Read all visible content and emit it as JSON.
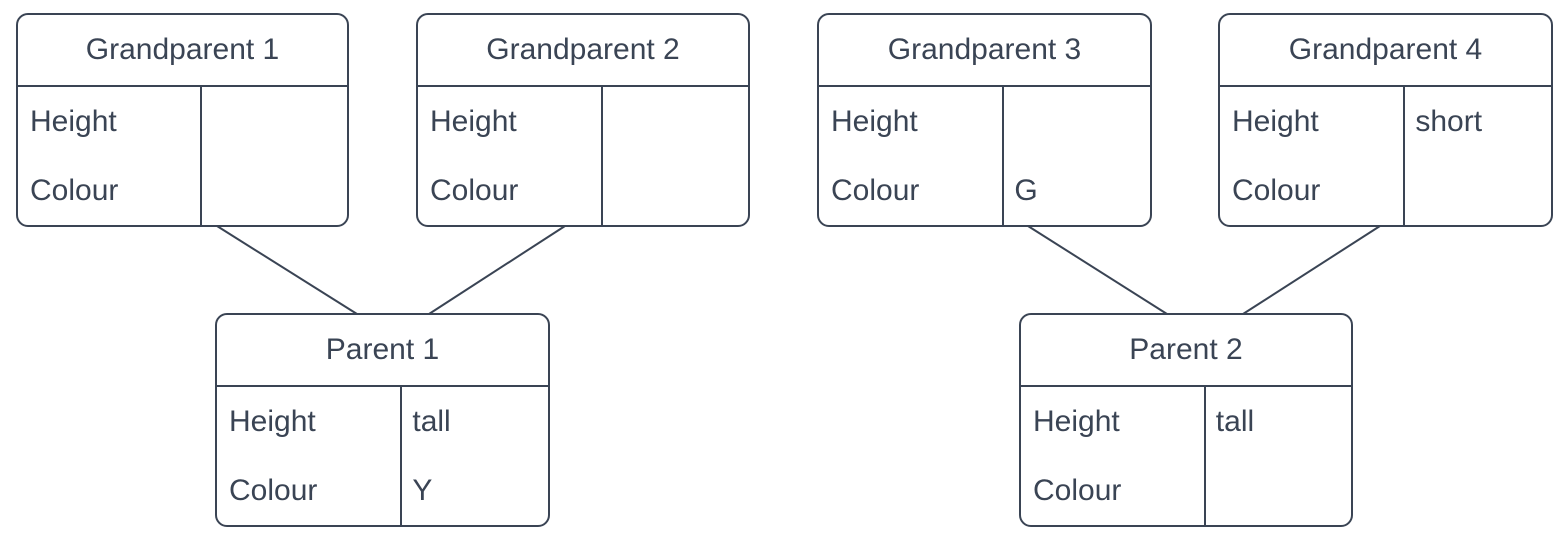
{
  "diagram": {
    "colors": {
      "stroke": "#3A4454",
      "background": "#FFFFFF"
    },
    "nodes": [
      {
        "id": "grandparent-1",
        "title": "Grandparent 1",
        "rows": [
          {
            "label": "Height",
            "value": ""
          },
          {
            "label": "Colour",
            "value": ""
          }
        ]
      },
      {
        "id": "grandparent-2",
        "title": "Grandparent 2",
        "rows": [
          {
            "label": "Height",
            "value": ""
          },
          {
            "label": "Colour",
            "value": ""
          }
        ]
      },
      {
        "id": "grandparent-3",
        "title": "Grandparent 3",
        "rows": [
          {
            "label": "Height",
            "value": ""
          },
          {
            "label": "Colour",
            "value": "G"
          }
        ]
      },
      {
        "id": "grandparent-4",
        "title": "Grandparent 4",
        "rows": [
          {
            "label": "Height",
            "value": "short"
          },
          {
            "label": "Colour",
            "value": ""
          }
        ]
      },
      {
        "id": "parent-1",
        "title": "Parent 1",
        "rows": [
          {
            "label": "Height",
            "value": "tall"
          },
          {
            "label": "Colour",
            "value": "Y"
          }
        ]
      },
      {
        "id": "parent-2",
        "title": "Parent 2",
        "rows": [
          {
            "label": "Height",
            "value": "tall"
          },
          {
            "label": "Colour",
            "value": ""
          }
        ]
      }
    ],
    "edges": [
      {
        "from": "Grandparent 1",
        "to": "Parent 1"
      },
      {
        "from": "Grandparent 2",
        "to": "Parent 1"
      },
      {
        "from": "Grandparent 3",
        "to": "Parent 2"
      },
      {
        "from": "Grandparent 4",
        "to": "Parent 2"
      }
    ]
  }
}
